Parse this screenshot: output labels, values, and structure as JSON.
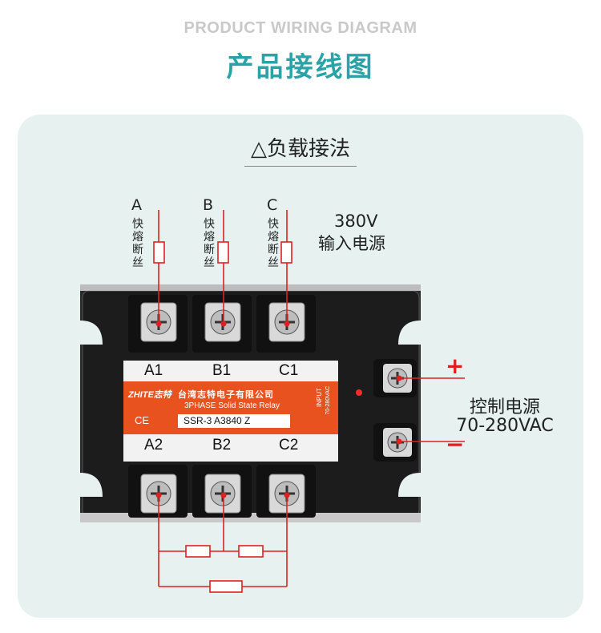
{
  "header": {
    "title_en": "PRODUCT WIRING DIAGRAM",
    "title_cn": "产品接线图"
  },
  "section": {
    "title": "△负载接法"
  },
  "fuses": [
    {
      "phase": "A",
      "text": "快熔断丝"
    },
    {
      "phase": "B",
      "text": "快熔断丝"
    },
    {
      "phase": "C",
      "text": "快熔断丝"
    }
  ],
  "power_input": {
    "voltage": "380V",
    "label": "输入电源"
  },
  "relay": {
    "top_terminals": [
      "A1",
      "B1",
      "C1"
    ],
    "bottom_terminals": [
      "A2",
      "B2",
      "C2"
    ],
    "brand": "ZHITE",
    "brand_cn": "志特",
    "company": "台湾志特电子有限公司",
    "subtitle": "3PHASE Solid State Relay",
    "ce": "CE",
    "model": "SSR-3 A3840 Z",
    "input_label": "INPUT",
    "input_range": "70-280VAC"
  },
  "control": {
    "plus": "+",
    "minus": "−",
    "label": "控制电源",
    "range": "70-280VAC"
  },
  "colors": {
    "accent": "#2aa3a8",
    "wire": "#e02020",
    "plate": "#e8521f",
    "body": "#1e1e1e"
  }
}
